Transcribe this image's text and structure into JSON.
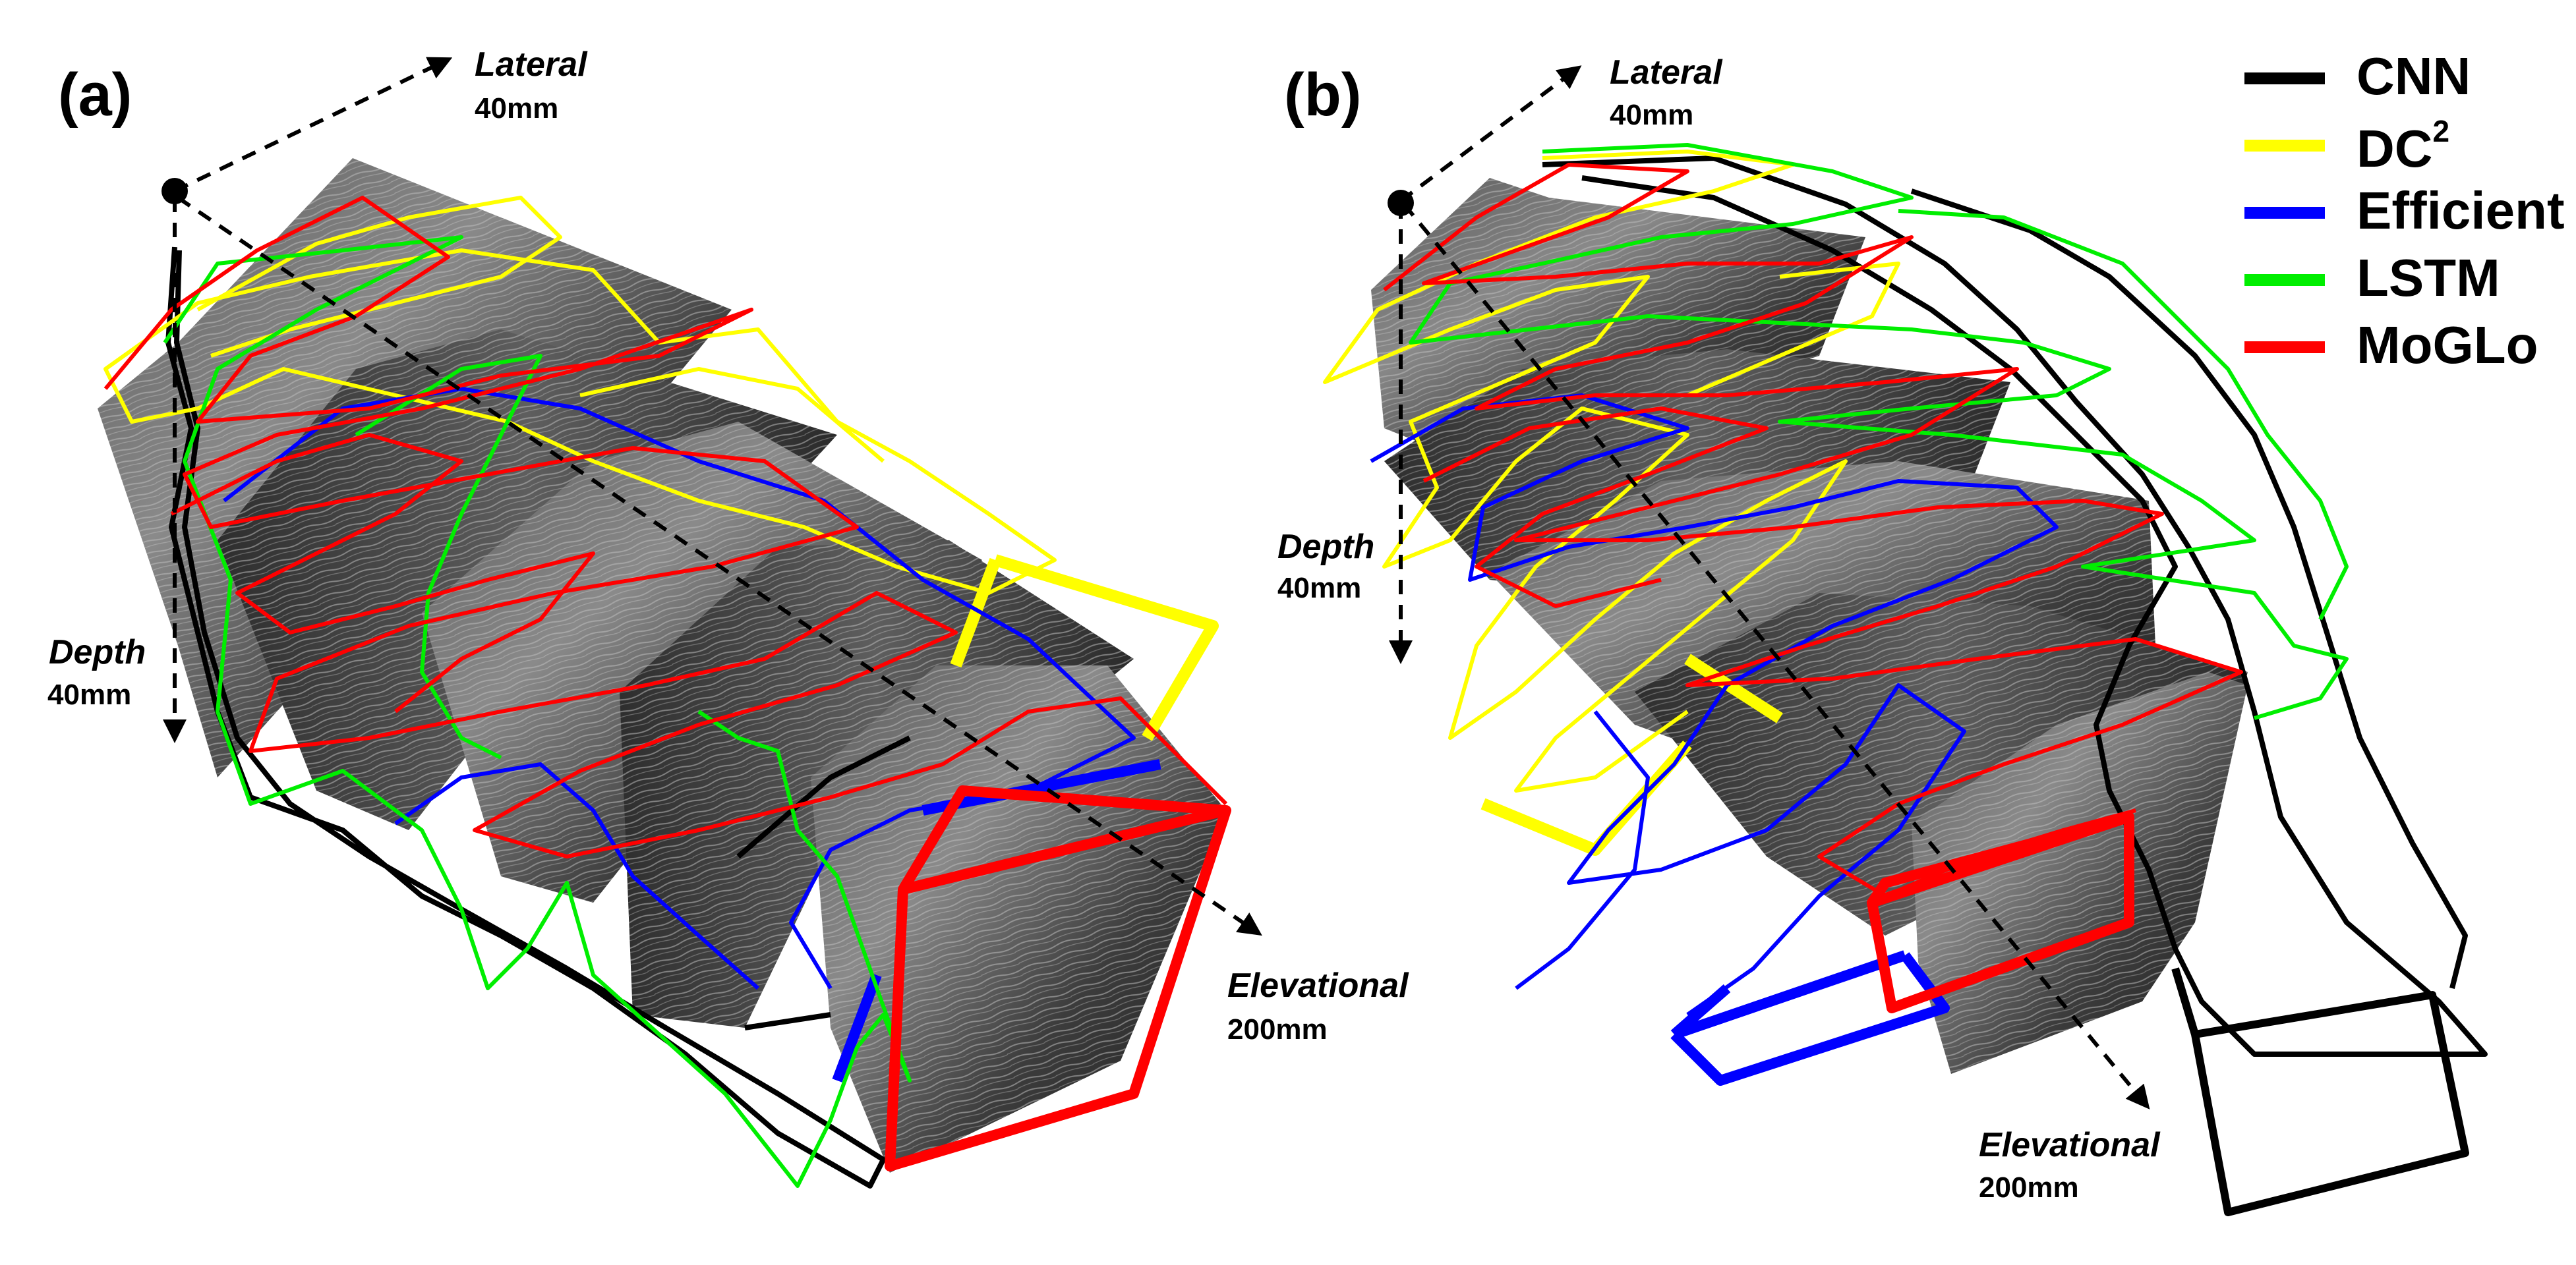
{
  "panels": [
    {
      "label": "(a)",
      "axes": {
        "lateral": {
          "name": "Lateral",
          "length": "40mm"
        },
        "depth": {
          "name": "Depth",
          "length": "40mm"
        },
        "elevational": {
          "name": "Elevational",
          "length": "200mm"
        }
      }
    },
    {
      "label": "(b)",
      "axes": {
        "lateral": {
          "name": "Lateral",
          "length": "40mm"
        },
        "depth": {
          "name": "Depth",
          "length": "40mm"
        },
        "elevational": {
          "name": "Elevational",
          "length": "200mm"
        }
      }
    }
  ],
  "legend": [
    {
      "name": "CNN",
      "sup": "",
      "color": "#000000"
    },
    {
      "name": "DC",
      "sup": "2",
      "color": "#ffff00"
    },
    {
      "name": "Efficient",
      "sup": "",
      "color": "#0000ff"
    },
    {
      "name": "LSTM",
      "sup": "",
      "color": "#00ee00"
    },
    {
      "name": "MoGLo",
      "sup": "",
      "color": "#ff0000"
    }
  ],
  "image_description_icon": "ultrasound-volume-icon"
}
